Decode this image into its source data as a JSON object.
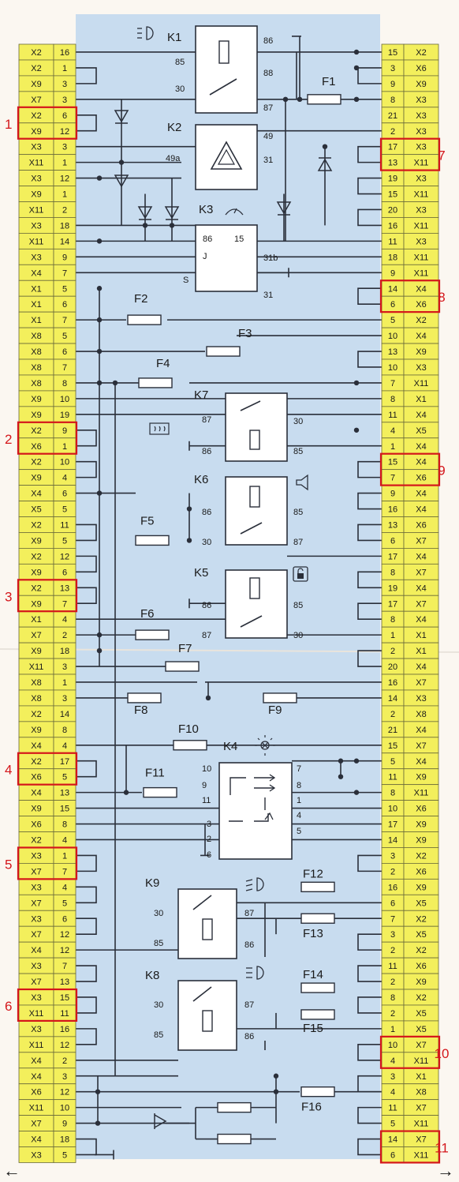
{
  "colors": {
    "background": "#fbf7f1",
    "panel": "#c8dcef",
    "pin_fill": "#f3ef5c",
    "pin_stroke": "#6a6a3a",
    "wire": "#2a2f3a",
    "highlight": "#d4161b"
  },
  "left_pins": [
    [
      "X2",
      "16"
    ],
    [
      "X2",
      "1"
    ],
    [
      "X9",
      "3"
    ],
    [
      "X7",
      "3"
    ],
    [
      "X2",
      "6"
    ],
    [
      "X9",
      "12"
    ],
    [
      "X3",
      "3"
    ],
    [
      "X11",
      "1"
    ],
    [
      "X3",
      "12"
    ],
    [
      "X9",
      "1"
    ],
    [
      "X11",
      "2"
    ],
    [
      "X3",
      "18"
    ],
    [
      "X11",
      "14"
    ],
    [
      "X3",
      "9"
    ],
    [
      "X4",
      "7"
    ],
    [
      "X1",
      "5"
    ],
    [
      "X1",
      "6"
    ],
    [
      "X1",
      "7"
    ],
    [
      "X8",
      "5"
    ],
    [
      "X8",
      "6"
    ],
    [
      "X8",
      "7"
    ],
    [
      "X8",
      "8"
    ],
    [
      "X9",
      "10"
    ],
    [
      "X9",
      "19"
    ],
    [
      "X2",
      "9"
    ],
    [
      "X6",
      "1"
    ],
    [
      "X2",
      "10"
    ],
    [
      "X9",
      "4"
    ],
    [
      "X4",
      "6"
    ],
    [
      "X5",
      "5"
    ],
    [
      "X2",
      "11"
    ],
    [
      "X9",
      "5"
    ],
    [
      "X2",
      "12"
    ],
    [
      "X9",
      "6"
    ],
    [
      "X2",
      "13"
    ],
    [
      "X9",
      "7"
    ],
    [
      "X1",
      "4"
    ],
    [
      "X7",
      "2"
    ],
    [
      "X9",
      "18"
    ],
    [
      "X11",
      "3"
    ],
    [
      "X8",
      "1"
    ],
    [
      "X8",
      "3"
    ],
    [
      "X2",
      "14"
    ],
    [
      "X9",
      "8"
    ],
    [
      "X4",
      "4"
    ],
    [
      "X2",
      "17"
    ],
    [
      "X6",
      "5"
    ],
    [
      "X4",
      "13"
    ],
    [
      "X9",
      "15"
    ],
    [
      "X6",
      "8"
    ],
    [
      "X2",
      "4"
    ],
    [
      "X3",
      "1"
    ],
    [
      "X7",
      "7"
    ],
    [
      "X3",
      "4"
    ],
    [
      "X7",
      "5"
    ],
    [
      "X3",
      "6"
    ],
    [
      "X7",
      "12"
    ],
    [
      "X4",
      "12"
    ],
    [
      "X3",
      "7"
    ],
    [
      "X7",
      "13"
    ],
    [
      "X3",
      "15"
    ],
    [
      "X11",
      "11"
    ],
    [
      "X3",
      "16"
    ],
    [
      "X11",
      "12"
    ],
    [
      "X4",
      "2"
    ],
    [
      "X4",
      "3"
    ],
    [
      "X6",
      "12"
    ],
    [
      "X11",
      "10"
    ],
    [
      "X7",
      "9"
    ],
    [
      "X4",
      "18"
    ],
    [
      "X3",
      "5"
    ]
  ],
  "right_pins": [
    [
      "15",
      "X2"
    ],
    [
      "3",
      "X6"
    ],
    [
      "9",
      "X9"
    ],
    [
      "8",
      "X3"
    ],
    [
      "21",
      "X3"
    ],
    [
      "2",
      "X3"
    ],
    [
      "17",
      "X3"
    ],
    [
      "13",
      "X11"
    ],
    [
      "19",
      "X3"
    ],
    [
      "15",
      "X11"
    ],
    [
      "20",
      "X3"
    ],
    [
      "16",
      "X11"
    ],
    [
      "11",
      "X3"
    ],
    [
      "18",
      "X11"
    ],
    [
      "9",
      "X11"
    ],
    [
      "14",
      "X4"
    ],
    [
      "6",
      "X6"
    ],
    [
      "5",
      "X2"
    ],
    [
      "10",
      "X4"
    ],
    [
      "13",
      "X9"
    ],
    [
      "10",
      "X3"
    ],
    [
      "7",
      "X11"
    ],
    [
      "8",
      "X1"
    ],
    [
      "11",
      "X4"
    ],
    [
      "4",
      "X5"
    ],
    [
      "1",
      "X4"
    ],
    [
      "15",
      "X4"
    ],
    [
      "7",
      "X6"
    ],
    [
      "9",
      "X4"
    ],
    [
      "16",
      "X4"
    ],
    [
      "13",
      "X6"
    ],
    [
      "6",
      "X7"
    ],
    [
      "17",
      "X4"
    ],
    [
      "8",
      "X7"
    ],
    [
      "19",
      "X4"
    ],
    [
      "17",
      "X7"
    ],
    [
      "8",
      "X4"
    ],
    [
      "1",
      "X1"
    ],
    [
      "2",
      "X1"
    ],
    [
      "20",
      "X4"
    ],
    [
      "16",
      "X7"
    ],
    [
      "14",
      "X3"
    ],
    [
      "2",
      "X8"
    ],
    [
      "21",
      "X4"
    ],
    [
      "15",
      "X7"
    ],
    [
      "5",
      "X4"
    ],
    [
      "11",
      "X9"
    ],
    [
      "8",
      "X11"
    ],
    [
      "10",
      "X6"
    ],
    [
      "17",
      "X9"
    ],
    [
      "14",
      "X9"
    ],
    [
      "3",
      "X2"
    ],
    [
      "2",
      "X6"
    ],
    [
      "16",
      "X9"
    ],
    [
      "6",
      "X5"
    ],
    [
      "7",
      "X2"
    ],
    [
      "3",
      "X5"
    ],
    [
      "2",
      "X2"
    ],
    [
      "11",
      "X6"
    ],
    [
      "2",
      "X9"
    ],
    [
      "8",
      "X2"
    ],
    [
      "2",
      "X5"
    ],
    [
      "1",
      "X5"
    ],
    [
      "10",
      "X7"
    ],
    [
      "4",
      "X11"
    ],
    [
      "3",
      "X1"
    ],
    [
      "4",
      "X8"
    ],
    [
      "11",
      "X7"
    ],
    [
      "5",
      "X11"
    ],
    [
      "14",
      "X7"
    ],
    [
      "6",
      "X11"
    ]
  ],
  "highlight_groups": [
    {
      "number": "1",
      "side": "left",
      "start": 4
    },
    {
      "number": "2",
      "side": "left",
      "start": 24
    },
    {
      "number": "3",
      "side": "left",
      "start": 34
    },
    {
      "number": "4",
      "side": "left",
      "start": 45
    },
    {
      "number": "5",
      "side": "left",
      "start": 51
    },
    {
      "number": "6",
      "side": "left",
      "start": 60
    },
    {
      "number": "7",
      "side": "right",
      "start": 6
    },
    {
      "number": "8",
      "side": "right",
      "start": 15
    },
    {
      "number": "9",
      "side": "right",
      "start": 26
    },
    {
      "number": "10",
      "side": "right",
      "start": 63
    },
    {
      "number": "11",
      "side": "right",
      "start": 69
    }
  ],
  "relays": [
    {
      "id": "K1",
      "name": "K1",
      "pins": [
        "86",
        "85",
        "88",
        "30",
        "87"
      ],
      "icon": "headlight-icon"
    },
    {
      "id": "K2",
      "name": "K2",
      "pins": [
        "49",
        "49a",
        "31"
      ],
      "icon": "hazard-icon"
    },
    {
      "id": "K3",
      "name": "K3",
      "pins": [
        "86",
        "15",
        "J",
        "31b",
        "S",
        "31"
      ],
      "icon": "wiper-icon"
    },
    {
      "id": "K7",
      "name": "K7",
      "pins": [
        "87",
        "30",
        "86",
        "85"
      ],
      "icon": "rear-defrost-icon"
    },
    {
      "id": "K6",
      "name": "K6",
      "pins": [
        "86",
        "85",
        "30",
        "87"
      ],
      "icon": "horn-icon"
    },
    {
      "id": "K5",
      "name": "K5",
      "pins": [
        "86",
        "85",
        "87",
        "30"
      ],
      "icon": "lock-icon"
    },
    {
      "id": "K4",
      "name": "K4",
      "pins": [
        "10",
        "9",
        "11",
        "3",
        "2",
        "6",
        "7",
        "8",
        "1",
        "4",
        "5"
      ],
      "icon": "lamp-icon"
    },
    {
      "id": "K9",
      "name": "K9",
      "pins": [
        "30",
        "87",
        "85",
        "86"
      ],
      "icon": "low-beam-icon"
    },
    {
      "id": "K8",
      "name": "K8",
      "pins": [
        "30",
        "87",
        "85",
        "86"
      ],
      "icon": "high-beam-icon"
    }
  ],
  "fuses": [
    "F1",
    "F2",
    "F3",
    "F4",
    "F5",
    "F6",
    "F7",
    "F8",
    "F9",
    "F10",
    "F11",
    "F12",
    "F13",
    "F14",
    "F15",
    "F16"
  ],
  "arrows": {
    "left": "←",
    "right": "→"
  }
}
